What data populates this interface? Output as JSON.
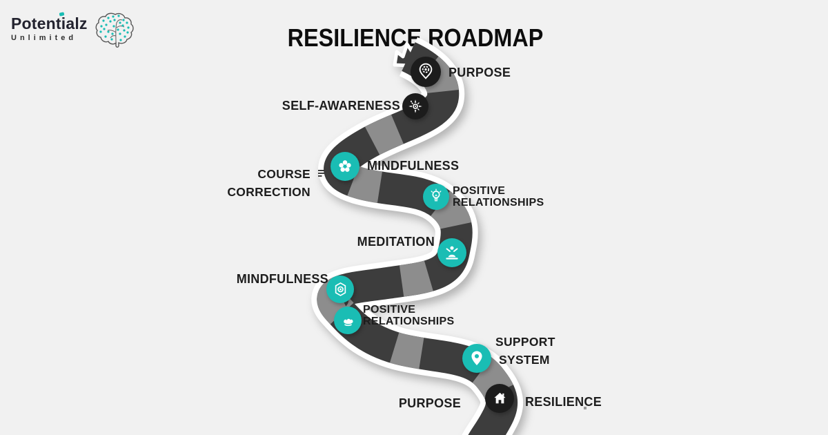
{
  "logo": {
    "brand": "Potentialz",
    "subtitle": "Unlimited",
    "icon": "brain-icon"
  },
  "title": "RESILIENCE ROADMAP",
  "colors": {
    "background": "#f1f1f1",
    "teal": "#1abdb4",
    "road_dark": "#3d3d3d",
    "road_light": "#8d8d8d",
    "marker_dark": "#1c1c1c",
    "text": "#1d1d1d"
  },
  "milestones": [
    {
      "label": "PURPOSE",
      "icon": "map-pin-gear-icon",
      "marker": "dark"
    },
    {
      "label": "SELF-AWARENESS",
      "icon": "compass-icon",
      "marker": "dark"
    },
    {
      "label": "MINDFULNESS",
      "icon": "flower-icon",
      "marker": "teal"
    },
    {
      "line1": "COURSE",
      "line2": "CORRECTION",
      "icon": "milestone-list-icon",
      "marker": "none"
    },
    {
      "line1": "POSITIVE",
      "line2": "RELATIONSHIPS",
      "icon": "lightbulb-icon",
      "marker": "teal"
    },
    {
      "label": "MEDITATION",
      "icon": "meditation-icon",
      "marker": "teal"
    },
    {
      "label": "MINDFULNESS",
      "icon": "lantern-icon",
      "marker": "teal"
    },
    {
      "line1": "POSITIVE",
      "line2": "RELATIONSHIPS",
      "icon": "hands-icon",
      "marker": "teal"
    },
    {
      "line1": "SUPPORT",
      "line2": "SYSTEM",
      "icon": "map-pin-icon",
      "marker": "teal"
    },
    {
      "label": "PURPOSE",
      "marker": "none"
    },
    {
      "label": "RESILIENCE",
      "icon": "home-icon",
      "marker": "dark"
    }
  ]
}
